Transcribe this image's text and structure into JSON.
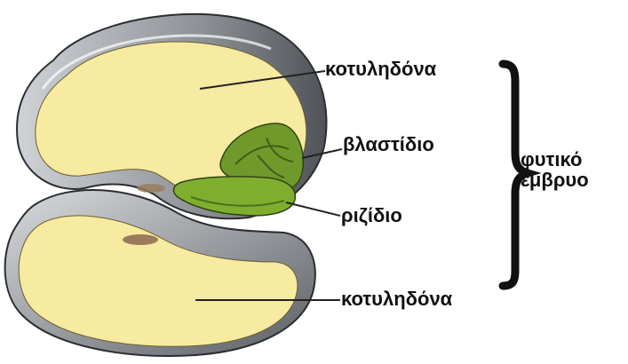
{
  "labels": {
    "cotyledon_top": "κοτυληδόνα",
    "plumule": "βλαστίδιο",
    "radicle": "ριζίδιο",
    "cotyledon_bottom": "κοτυληδόνα",
    "embryo_line1": "φυτικό",
    "embryo_line2": "έμβρυο"
  },
  "colors": {
    "seed_coat": "#6b6f74",
    "cotyledon": "#f7eaa1",
    "embryo_green": "#6f9a2b",
    "embryo_dark": "#3f5e1a",
    "line": "#222222"
  }
}
